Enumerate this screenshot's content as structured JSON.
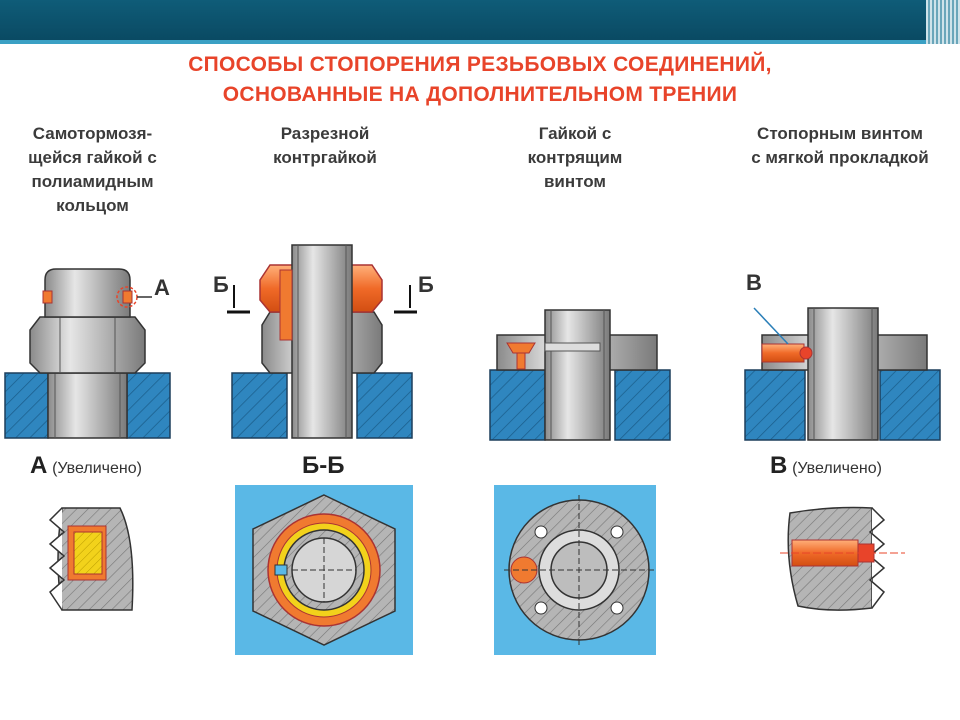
{
  "title": {
    "line1": "СПОСОБЫ СТОПОРЕНИЯ  РЕЗЬБОВЫХ СОЕДИНЕНИЙ,",
    "line2": "ОСНОВАННЫЕ НА ДОПОЛНИТЕЛЬНОМ ТРЕНИИ"
  },
  "columns": [
    {
      "lines": [
        "Самотормозя-",
        "щейся гайкой с",
        "полиамидным",
        "кольцом"
      ]
    },
    {
      "lines": [
        "Разрезной",
        "контргайкой"
      ]
    },
    {
      "lines": [
        "Гайкой с",
        "контрящим",
        "винтом"
      ]
    },
    {
      "lines": [
        "Стопорным винтом",
        "с мягкой прокладкой"
      ]
    }
  ],
  "markers": {
    "a": "А",
    "b_left": "Б",
    "b_right": "Б",
    "v": "В"
  },
  "detail_a": {
    "letter": "А",
    "note": "(Увеличено)"
  },
  "section_bb": "Б-Б",
  "detail_v": {
    "letter": "В",
    "note": "(Увеличено)"
  },
  "colors": {
    "accent": "#e8442a",
    "metal": "#c8c8c8",
    "plate_blue": "#2b7fb8",
    "section_bg": "#5ab8e6",
    "polyamide_yellow": "#f2d21b",
    "ring_orange": "#f07a30"
  }
}
